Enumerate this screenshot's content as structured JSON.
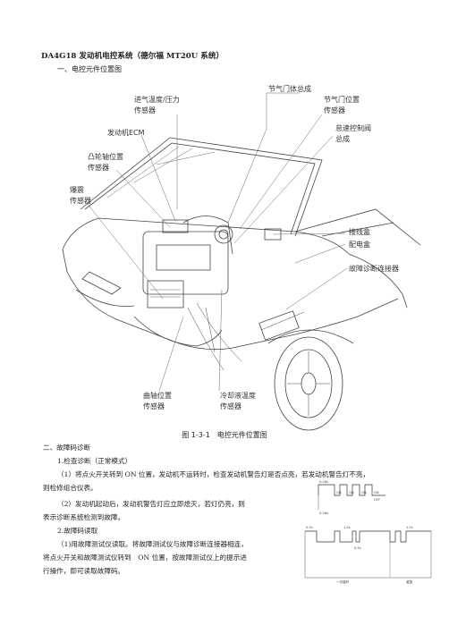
{
  "doc_title": "DA4G18 发动机电控系统（德尔福 MT20U 系统）",
  "section1_heading": "一、电控元件位置图",
  "figure": {
    "labels": {
      "intake_temp_pressure": [
        "进气温度/压力",
        "传感器"
      ],
      "throttle_body": "节气门体总成",
      "throttle_position": [
        "节气门位置",
        "传感器"
      ],
      "idle_control": [
        "怠速控制阀",
        "总成"
      ],
      "ecm": "发动机ECM",
      "camshaft": [
        "凸轮轴位置",
        "传感器"
      ],
      "knock": [
        "爆震",
        "传感器"
      ],
      "junction_box": "接线盒",
      "relay_box": "配电盒",
      "diag_connector": "故障诊断连接器",
      "crankshaft": [
        "曲轴位置",
        "传感器"
      ],
      "coolant_temp": [
        "冷却液温度",
        "传感器"
      ]
    },
    "caption": "图 1-3-1　电控元件位置图"
  },
  "section2": {
    "heading": "二、故障码诊断",
    "sub1": "1.检查诊断（正常模式）",
    "p1_line1": "（1）将点火开关转到 ON 位置，发动机不运转时，检查发动机警告灯是否点亮，若发动机警告灯不亮，",
    "p1_line2": "则检修组合仪表。",
    "p2_line1": "（2）发动机起动后，发动机警告灯应立即熄灭，若灯仍亮，则",
    "p2_line2": "表示诊断系统检测到故障。",
    "sub2": "2.故障码读取",
    "p3_line1": "（1)用故障测试仪读取。将故障测试仪与故障诊断连接器相连，",
    "p3_line2": "将点火开关和故障测试仪转到　ON 位置，按故障测试仪上的提示进",
    "p3_line3": "行操作，即可读取故障码。"
  },
  "waveform": {
    "labels": [
      "0.26s",
      "ON",
      "ON",
      "ON",
      "ON",
      "OFF",
      "0.26s",
      "0.5s",
      "1.5s",
      "0.5s",
      "1.5s",
      "一次循环",
      "重复"
    ]
  }
}
